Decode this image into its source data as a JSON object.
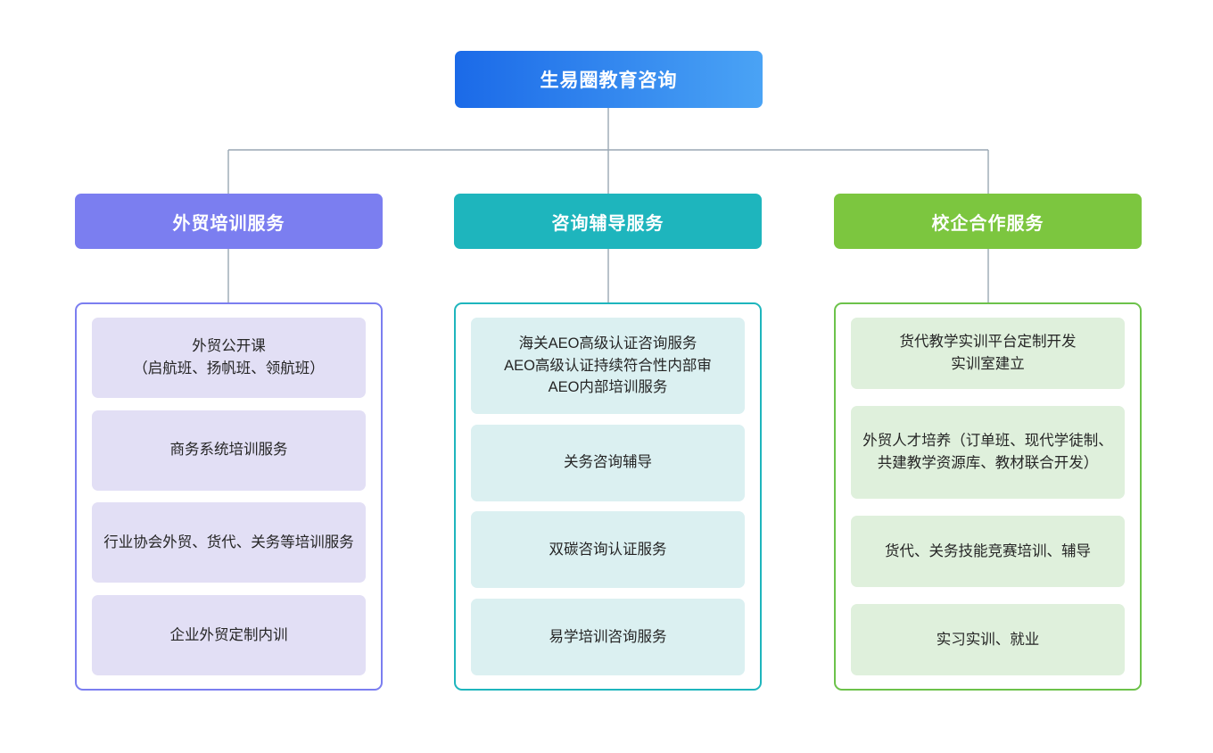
{
  "diagram": {
    "type": "organizational-tree",
    "root": {
      "label": "生易圈教育咨询",
      "gradient_from": "#1b6ae8",
      "gradient_to": "#4aa3f5"
    },
    "connector_color": "#9aa7b4",
    "branches": [
      {
        "id": "branch-waimao-peixun",
        "label": "外贸培训服务",
        "header_color": "#7b7ef0",
        "container_border_color": "#7b7ef0",
        "item_color": "#e2dff5",
        "items": [
          {
            "label": "外贸公开课\n（启航班、扬帆班、领航班）"
          },
          {
            "label": "商务系统培训服务"
          },
          {
            "label": "行业协会外贸、货代、关务等培训服务"
          },
          {
            "label": "企业外贸定制内训"
          }
        ]
      },
      {
        "id": "branch-zixun-fudao",
        "label": "咨询辅导服务",
        "header_color": "#1eb5bd",
        "container_border_color": "#1eb5bd",
        "item_color": "#dbf0f1",
        "items": [
          {
            "label": "海关AEO高级认证咨询服务\nAEO高级认证持续符合性内部审\nAEO内部培训服务"
          },
          {
            "label": "关务咨询辅导"
          },
          {
            "label": "双碳咨询认证服务"
          },
          {
            "label": "易学培训咨询服务"
          }
        ]
      },
      {
        "id": "branch-xiaoqi-hezuo",
        "label": "校企合作服务",
        "header_color": "#7cc63f",
        "container_border_color": "#6cc24a",
        "item_color": "#dff0dc",
        "items": [
          {
            "label": "货代教学实训平台定制开发\n实训室建立"
          },
          {
            "label": "外贸人才培养（订单班、现代学徒制、共建教学资源库、教材联合开发）"
          },
          {
            "label": "货代、关务技能竞赛培训、辅导"
          },
          {
            "label": "实习实训、就业"
          }
        ]
      }
    ]
  }
}
